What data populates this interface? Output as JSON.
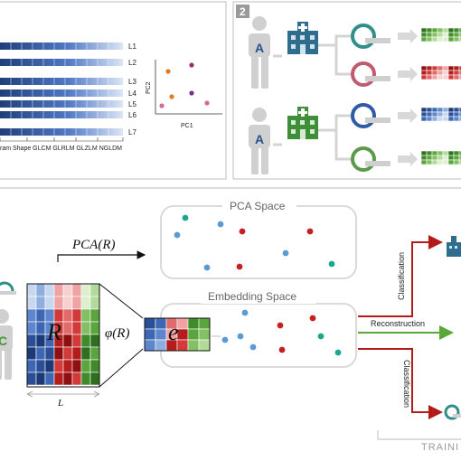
{
  "panel1": {
    "row_labels": [
      "L1",
      "L2",
      "L3",
      "L4",
      "L5",
      "L6",
      "L7"
    ],
    "feature_groups": "ram Shape  GLCM  GLRLM GLZLM  NGLDM",
    "axis_x": "PC1",
    "axis_y": "PC2"
  },
  "panel2": {
    "number": "2",
    "patient_letter": "A"
  },
  "panel3": {
    "pca_expr": "PCA(R)",
    "pca_space": "PCA Space",
    "embedding_space": "Embedding Space",
    "matrix_symbol": "R",
    "phi_expr": "φ(R)",
    "embed_symbol": "e",
    "length_label": "L",
    "patient_letter": "C",
    "classification_top": "Classification",
    "reconstruction": "Reconstruction",
    "classification_bottom": "Classification",
    "training": "TRAINI"
  },
  "colors": {
    "blue": "#2f5aa8",
    "red": "#c52121",
    "green": "#4a9a2e",
    "teal": "#1ea58f",
    "light_blue": "#5b9bd5"
  }
}
